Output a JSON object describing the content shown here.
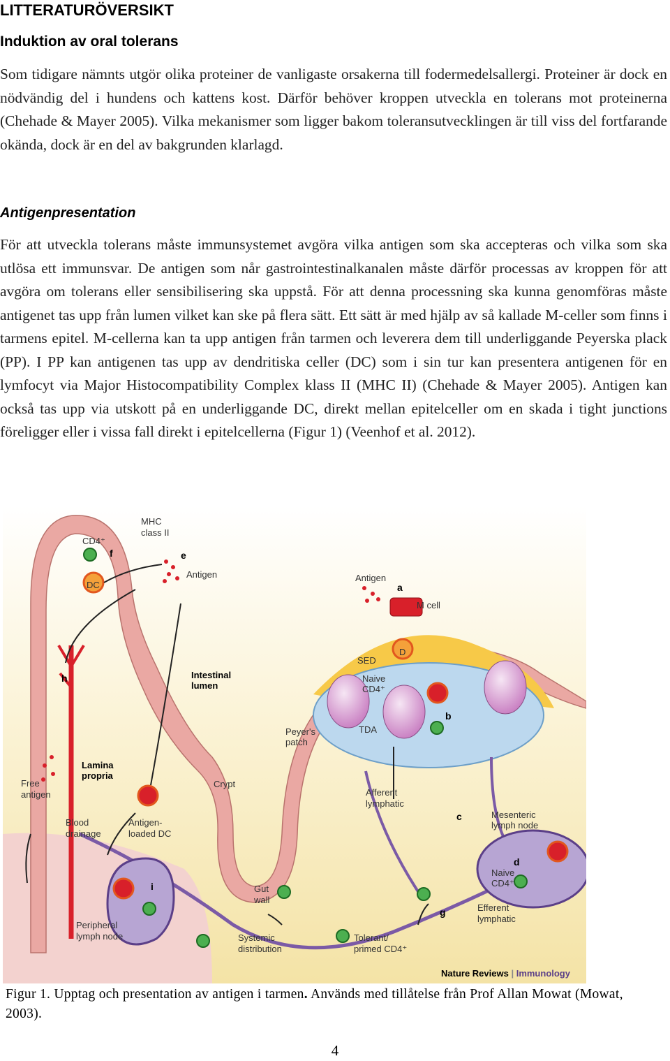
{
  "heading": "LITTERATURÖVERSIKT",
  "subheading": "Induktion av oral tolerans",
  "paragraph1": "Som tidigare nämnts utgör olika proteiner de vanligaste orsakerna till fodermedelsallergi. Proteiner är dock en nödvändig del i hundens och kattens kost. Därför behöver kroppen utveckla en tolerans mot proteinerna (Chehade & Mayer 2005). Vilka mekanismer som ligger bakom toleransutvecklingen är till viss del fortfarande okända, dock är en del av bakgrunden klarlagd.",
  "subsection": "Antigenpresentation",
  "paragraph2": "För att utveckla tolerans måste immunsystemet avgöra vilka antigen som ska accepteras och vilka som ska utlösa ett immunsvar. De antigen som når gastrointestinalkanalen måste därför processas av kroppen för att avgöra om tolerans eller sensibilisering ska uppstå. För att denna processning ska kunna genomföras måste antigenet tas upp från lumen vilket kan ske på flera sätt. Ett sätt är med hjälp av så kallade M-celler som finns i tarmens epitel. M-cellerna kan ta upp antigen från tarmen och leverera dem till underliggande Peyerska plack (PP). I PP kan antigenen tas upp av dendritiska celler (DC) som i sin tur kan presentera antigenen för en lymfocyt via Major Histocompatibility Complex klass II (MHC II) (Chehade & Mayer 2005). Antigen kan också tas upp via utskott på en underliggande DC, direkt mellan epitelceller om en skada i tight junctions föreligger eller i vissa fall direkt i epitelcellerna (Figur 1) (Veenhof et al. 2012).",
  "figure": {
    "labels": {
      "mhc": "MHC",
      "mhc2": "class II",
      "cd4": "CD4⁺",
      "f": "f",
      "e": "e",
      "antigen1": "Antigen",
      "dc": "DC",
      "antigen2": "Antigen",
      "a": "a",
      "mcell": "M cell",
      "h": "h",
      "lumen1": "Intestinal",
      "lumen2": "lumen",
      "sed": "SED",
      "d_small": "D",
      "naive1": "Naive",
      "naive2": "CD4⁺",
      "b": "b",
      "tda": "TDA",
      "peyers1": "Peyer's",
      "peyers2": "patch",
      "lamina1": "Lamina",
      "lamina2": "propria",
      "free1": "Free",
      "free2": "antigen",
      "crypt": "Crypt",
      "afferent1": "Afferent",
      "afferent2": "lymphatic",
      "c": "c",
      "mes1": "Mesenteric",
      "mes2": "lymph node",
      "blood1": "Blood",
      "blood2": "drainage",
      "aldc1": "Antigen-",
      "aldc2": "loaded DC",
      "d": "d",
      "naive3": "Naive",
      "naive4": "CD4⁺",
      "i": "i",
      "gut1": "Gut",
      "gut2": "wall",
      "efferent1": "Efferent",
      "efferent2": "lymphatic",
      "g": "g",
      "periph1": "Peripheral",
      "periph2": "lymph node",
      "systemic1": "Systemic",
      "systemic2": "distribution",
      "tolerant1": "Tolerant/",
      "tolerant2": "primed CD4⁺",
      "credit1": "Nature Reviews",
      "credit_sep": " | ",
      "credit2": "Immunology"
    },
    "colors": {
      "epithelium": "#e9a9a4",
      "lamina": "#f6e4a8",
      "lymph": "#7b5aa6",
      "blood": "#d8202a",
      "green_cell": "#4caf50",
      "dc": "#e2571e",
      "dome": "#f7c948",
      "tda": "#bcd8ee"
    }
  },
  "caption_part1": "Figur 1. Upptag och presentation av antigen i tarmen",
  "caption_dot": ".",
  "caption_part2": " Används med tillåtelse från Prof Allan Mowat (Mowat, 2003).",
  "page_number": "4"
}
